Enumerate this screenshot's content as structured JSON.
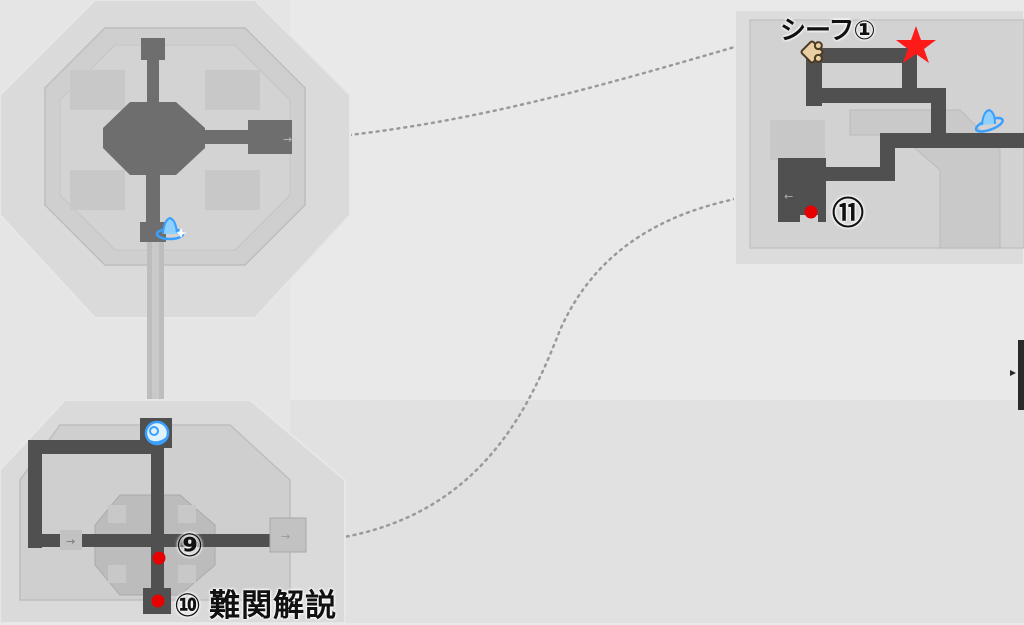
{
  "map": {
    "markers": [
      {
        "id": "thief-1",
        "label": "シーフ①",
        "icon": "red-star-icon",
        "color": "#ff1a1a"
      },
      {
        "id": "point-11",
        "label": "⑪",
        "icon": "red-dot-icon",
        "color": "#e60000"
      },
      {
        "id": "point-9",
        "label": "⑨",
        "icon": "red-dot-icon",
        "color": "#e60000"
      },
      {
        "id": "point-10",
        "label": "⑩",
        "suffix": "難関解説",
        "icon": "red-dot-icon",
        "color": "#e60000"
      }
    ],
    "icons": [
      "teleport-anchor-icon",
      "space-anchor-icon",
      "puzzle-piece-icon",
      "door-arrow-icon"
    ],
    "colors": {
      "background": "#e9e9e9",
      "room_fill": "#d7d7d7",
      "corridor": "#505050",
      "route_dots": "#9a9a9a",
      "anchor_blue": "#3aa0ff",
      "puzzle_tan": "#e8cfa4"
    }
  }
}
